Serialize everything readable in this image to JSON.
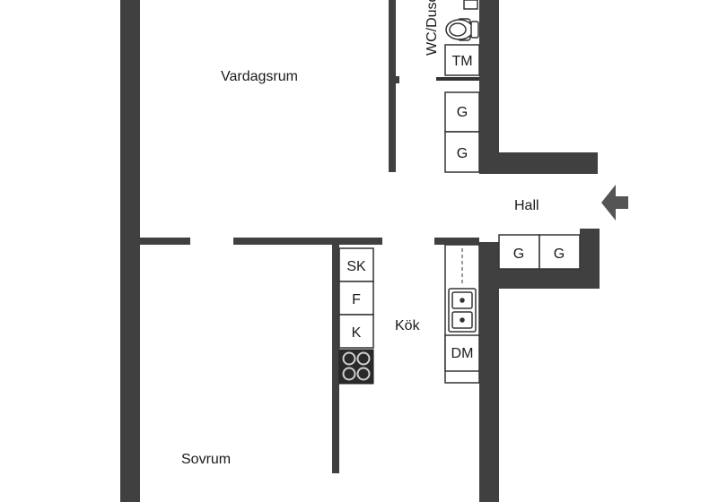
{
  "rooms": {
    "living": "Vardagsrum",
    "hall": "Hall",
    "kitchen": "Kök",
    "bedroom": "Sovrum",
    "bath": "WC/Dusch"
  },
  "fixtures": {
    "washer": "TM",
    "wardrobe": "G",
    "freezer": "SK",
    "fridge_f": "F",
    "fridge_k": "K",
    "dishwasher": "DM"
  },
  "colors": {
    "wall": "#404040",
    "line": "#333333",
    "arrow": "#555555"
  },
  "icons": {
    "entrance": "entrance-arrow-icon",
    "toilet": "toilet-icon",
    "sink": "kitchen-sink-icon",
    "stove": "stove-icon"
  }
}
